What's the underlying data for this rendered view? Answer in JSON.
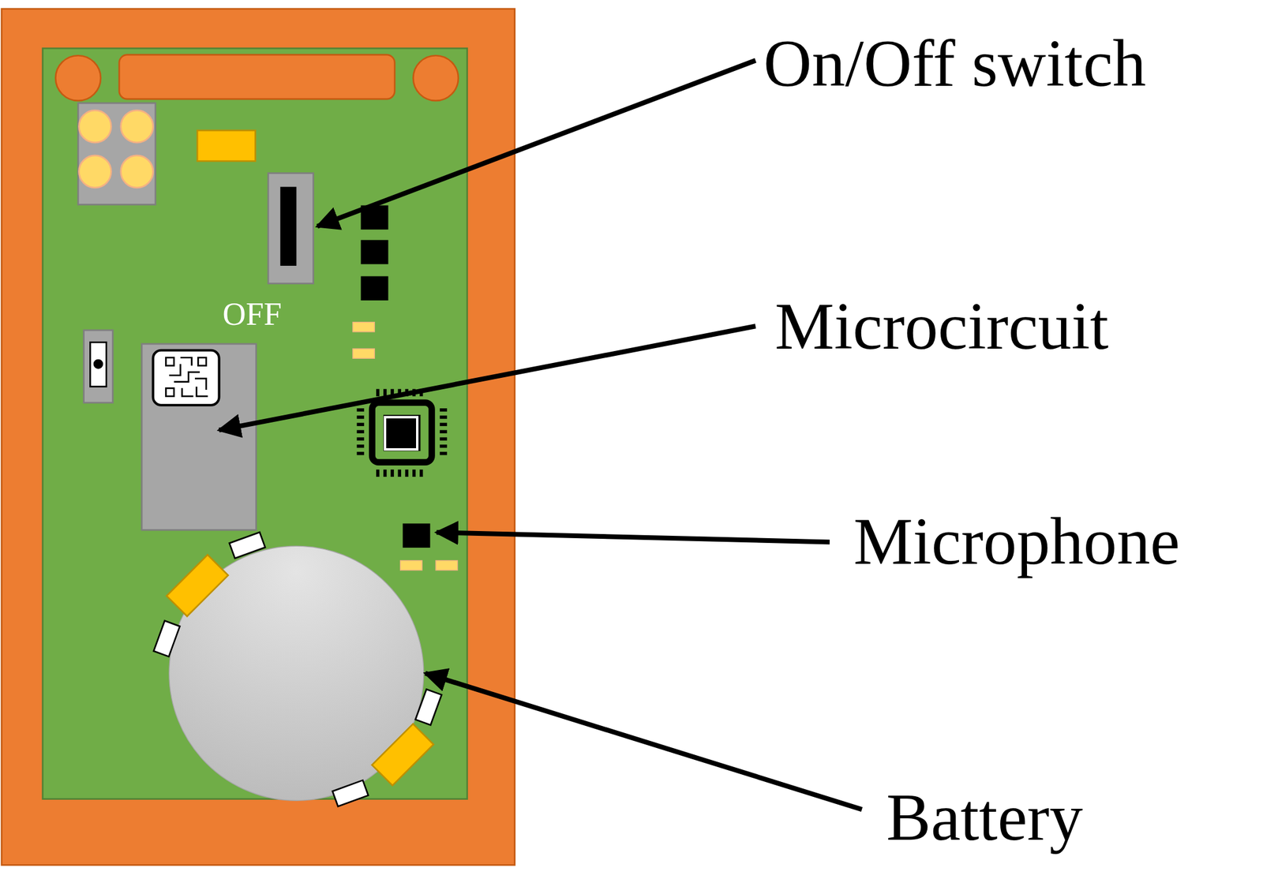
{
  "diagram": {
    "labels": [
      "On/Off switch",
      "OFF",
      "Microcircuit",
      "Microphone",
      "Battery"
    ]
  }
}
